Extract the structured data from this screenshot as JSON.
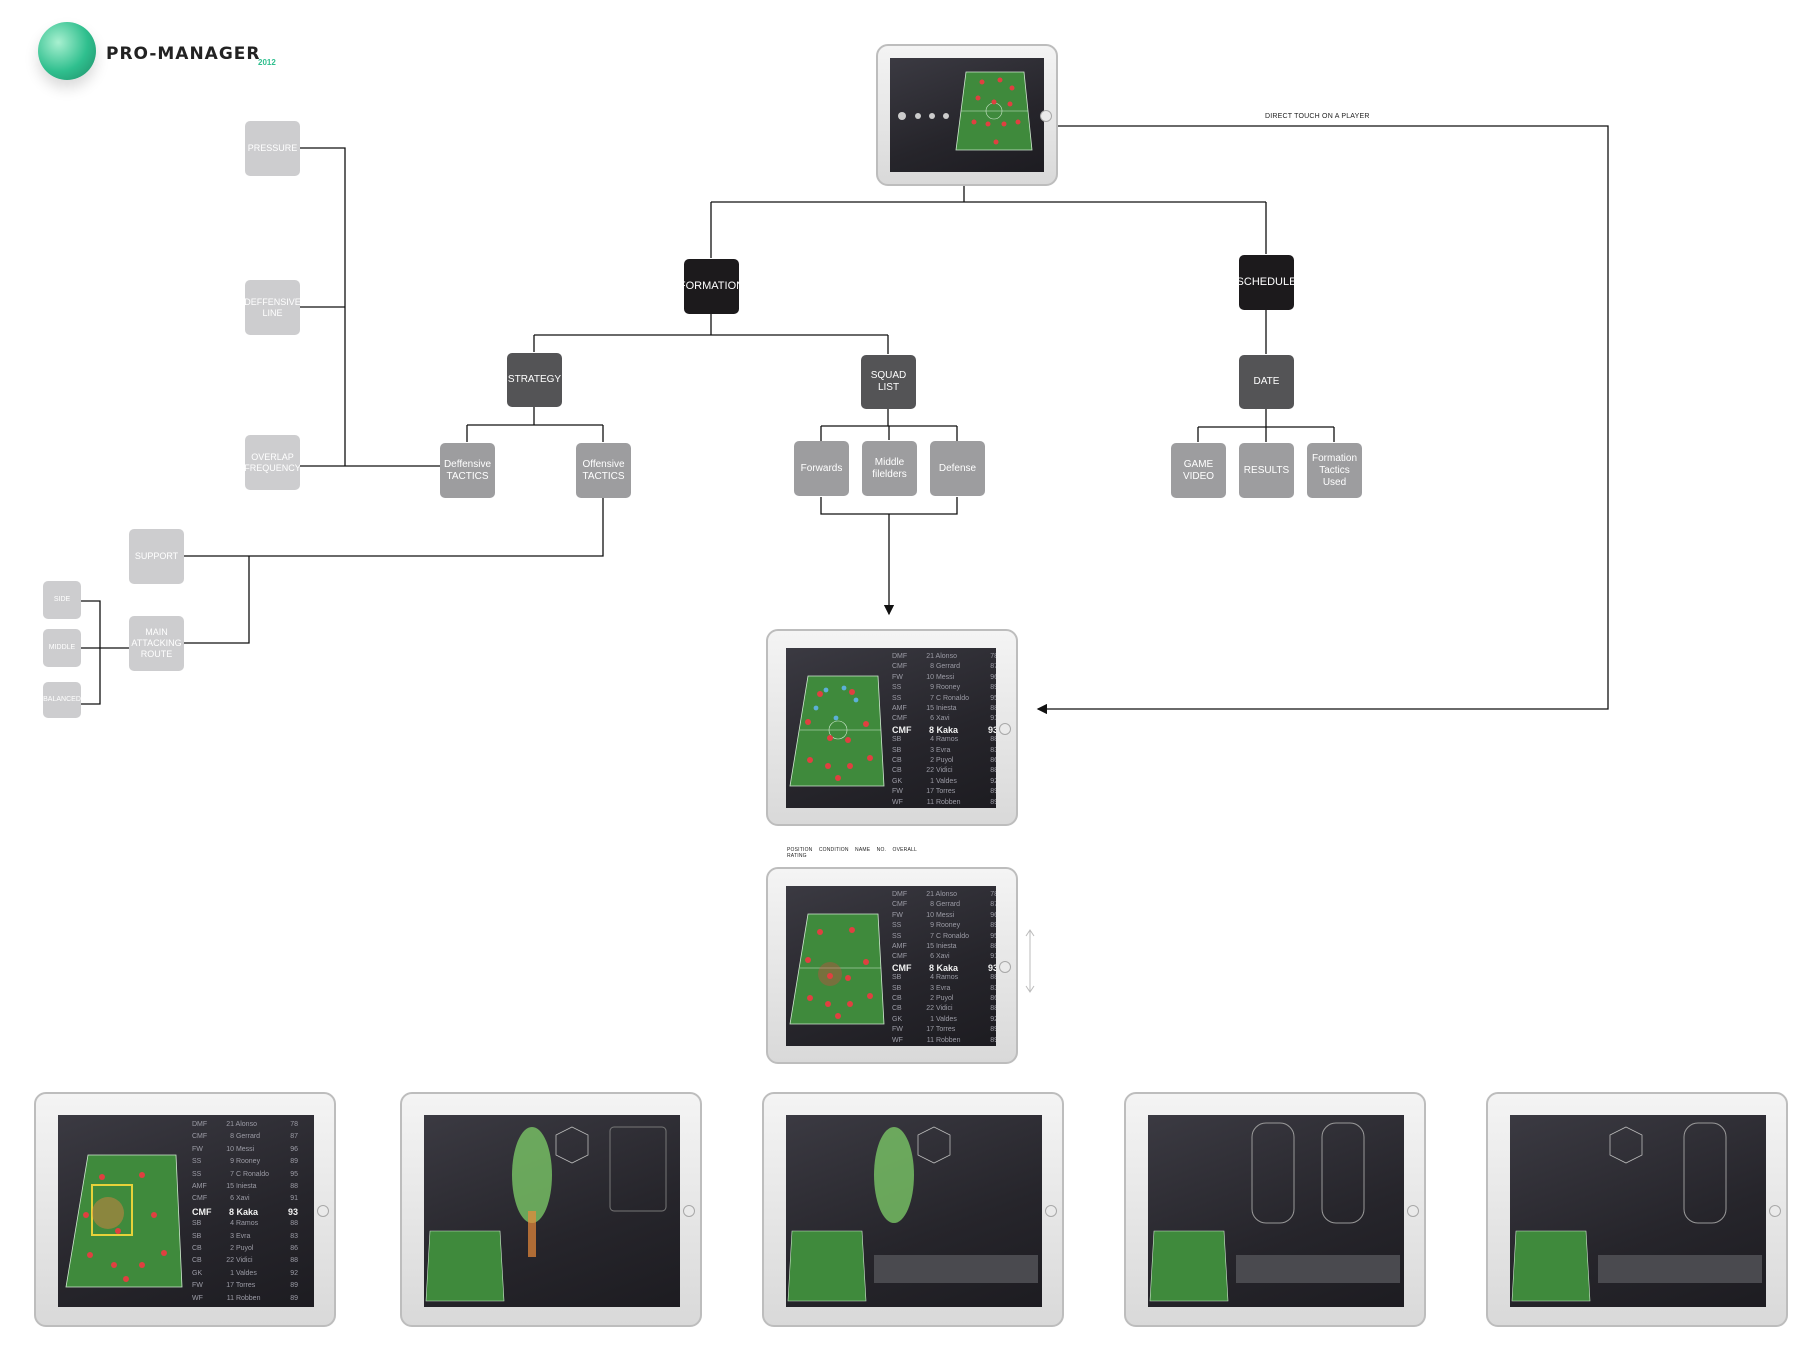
{
  "brand": {
    "name": "PRO-MANAGER",
    "year": "2012"
  },
  "nodes": {
    "formation": "FORMATION",
    "schedule": "SCHEDULE",
    "strategy": "STRATEGY",
    "squad_list": "SQUAD LIST",
    "date": "DATE",
    "defensive_tactics": "Deffensive\nTACTICS",
    "offensive_tactics": "Offensive\nTACTICS",
    "forwards": "Forwards",
    "midfielders": "Middle\nfilelders",
    "defense": "Defense",
    "game_video": "GAME\nVIDEO",
    "results": "RESULTS",
    "formation_used": "Formation\nTactics\nUsed",
    "pressure": "PRESSURE",
    "defensive_line": "DEFFENSIVE\nLINE",
    "overlap_frequency": "OVERLAP\nFREQUENCY",
    "support": "SUPPORT",
    "main_attacking_route": "MAIN\nATTACKING\nROUTE",
    "side": "SIDE",
    "middle": "MIDDLE",
    "balanced": "BALANCED"
  },
  "labels": {
    "direct_touch": "DIRECT TOUCH ON A PLAYER",
    "columns": "POSITION    CONDITION    NAME    NO.    OVERALL\nRATING"
  },
  "roster": [
    {
      "pos": "DMF",
      "no": "21",
      "name": "Alonso",
      "rating": "78"
    },
    {
      "pos": "CMF",
      "no": "8",
      "name": "Gerrard",
      "rating": "87"
    },
    {
      "pos": "FW",
      "no": "10",
      "name": "Messi",
      "rating": "96"
    },
    {
      "pos": "SS",
      "no": "9",
      "name": "Rooney",
      "rating": "89"
    },
    {
      "pos": "SS",
      "no": "7",
      "name": "C Ronaldo",
      "rating": "95"
    },
    {
      "pos": "AMF",
      "no": "15",
      "name": "Iniesta",
      "rating": "88"
    },
    {
      "pos": "CMF",
      "no": "6",
      "name": "Xavi",
      "rating": "91"
    },
    {
      "pos": "CMF",
      "no": "8",
      "name": "Kaka",
      "rating": "93"
    },
    {
      "pos": "SB",
      "no": "4",
      "name": "Ramos",
      "rating": "88"
    },
    {
      "pos": "SB",
      "no": "3",
      "name": "Evra",
      "rating": "83"
    },
    {
      "pos": "CB",
      "no": "2",
      "name": "Puyol",
      "rating": "86"
    },
    {
      "pos": "CB",
      "no": "22",
      "name": "Vidici",
      "rating": "88"
    },
    {
      "pos": "GK",
      "no": "1",
      "name": "Valdes",
      "rating": "92"
    },
    {
      "pos": "FW",
      "no": "17",
      "name": "Torres",
      "rating": "89"
    },
    {
      "pos": "WF",
      "no": "11",
      "name": "Robben",
      "rating": "89"
    }
  ],
  "highlight_index": 7,
  "colors": {
    "node_dark": "#1c1a1c",
    "node_mid": "#545456",
    "node_light": "#9d9d9f",
    "node_pale": "#cdcdcf",
    "pitch": "#3f8a3c",
    "player_red": "#e04040",
    "player_blue": "#5cb0d8"
  }
}
